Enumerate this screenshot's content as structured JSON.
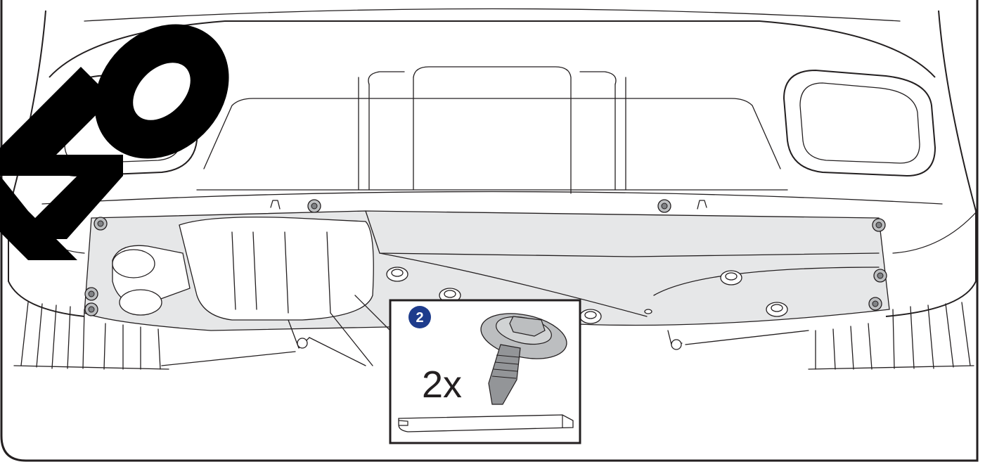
{
  "watermark": {
    "text": "NO",
    "color": "#000000"
  },
  "callout": {
    "step_number": "2",
    "badge_color": "#1e3c8c",
    "quantity": "2x",
    "part_icon": "push-rivet-clip-icon",
    "tool_icon": "trim-removal-tool-icon"
  },
  "colors": {
    "line": "#231f20",
    "shield_fill": "#e6e7e8",
    "bolt_fill": "#bcbec0"
  }
}
